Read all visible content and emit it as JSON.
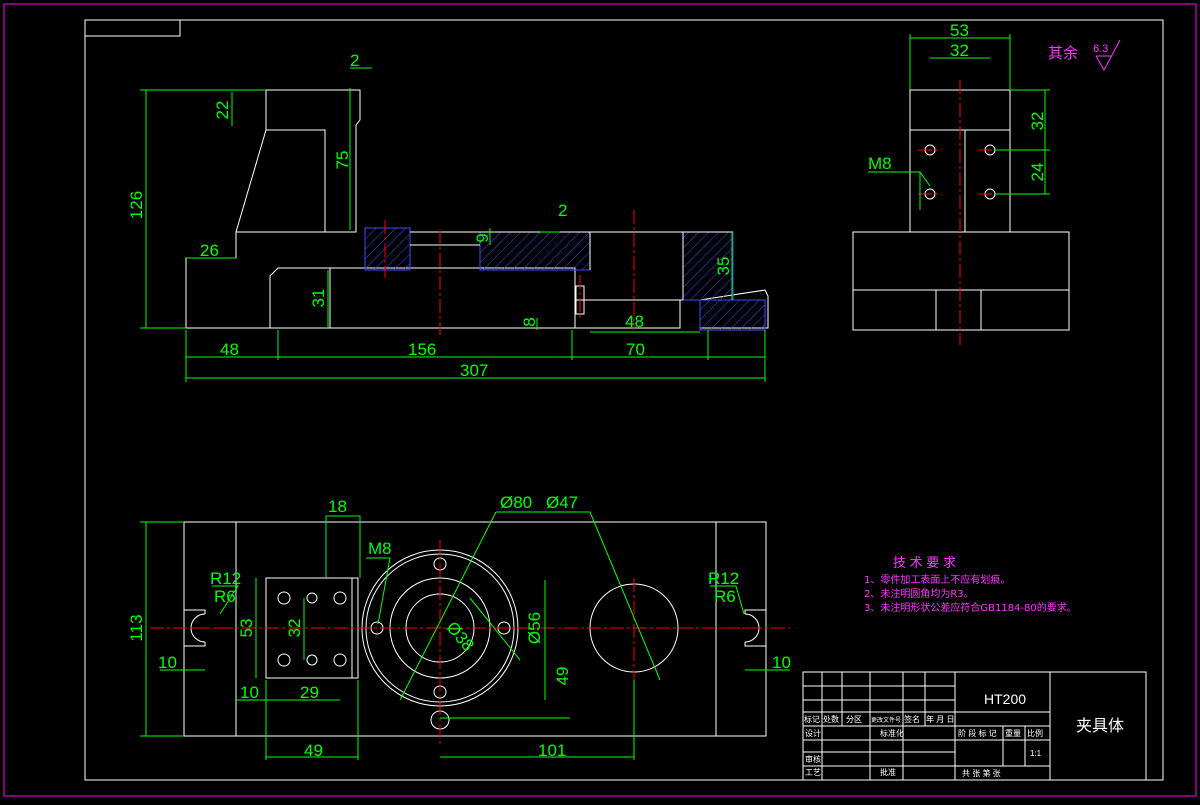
{
  "drawing": {
    "front_view_dims": {
      "d_2_top": "2",
      "d_22": "22",
      "d_75": "75",
      "d_126": "126",
      "d_26": "26",
      "d_9": "9",
      "d_2_mid": "2",
      "d_35": "35",
      "d_31": "31",
      "d_8": "8",
      "d_48_right": "48",
      "d_48_left": "48",
      "d_156": "156",
      "d_70": "70",
      "d_307": "307"
    },
    "side_view_dims": {
      "d_53": "53",
      "d_32": "32",
      "d_32_v": "32",
      "d_24": "24",
      "thread": "M8"
    },
    "roughness": {
      "label": "其余",
      "value": "6.3"
    },
    "plan_view_dims": {
      "d_18": "18",
      "m8": "M8",
      "d_80": "Ø80",
      "d_47": "Ø47",
      "r12_left": "R12",
      "r6_left": "R6",
      "r12_right": "R12",
      "r6_right": "R6",
      "d_113": "113",
      "d_53": "53",
      "d_32": "32",
      "d_38": "Ø38",
      "d_56": "Ø56",
      "d_49_v": "49",
      "d_10_left": "10",
      "d_10_bottom": "10",
      "d_29": "29",
      "d_49": "49",
      "d_101": "101",
      "d_10_right": "10"
    },
    "tech_notes": {
      "title": "技 术 要 求",
      "items": [
        "1、零件加工表面上不应有划痕。",
        "2、未注明圆角均为R3。",
        "3、未注明形状公差应符合GB1184-80的要求。"
      ]
    },
    "title_block": {
      "material": "HT200",
      "part_name": "夹具体",
      "scale": "1:1",
      "row1": [
        "标记",
        "处数",
        "分区",
        "更改文件号",
        "签名",
        "年 月 日"
      ],
      "design": "设计",
      "standardize": "标准化",
      "review": "审核",
      "process": "工艺",
      "approve": "批准",
      "stage": "阶 段 标 记",
      "weight": "重量",
      "ratio": "比例",
      "sheets": "共   张 第   张"
    }
  },
  "colors": {
    "background": "#000000",
    "outline": "#ffffff",
    "dimension": "#00ff00",
    "centerline": "#ff0000",
    "hatch": "#3b4bff",
    "border": "#ff00ff",
    "notes": "#ff33ff"
  }
}
